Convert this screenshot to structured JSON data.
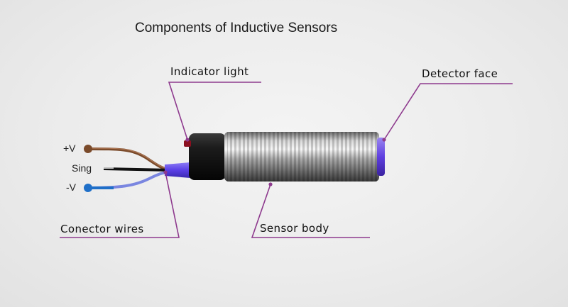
{
  "title": "Components of Inductive Sensors",
  "callouts": {
    "indicator_light": "Indicator light",
    "detector_face": "Detector face",
    "connector_wires": "Conector wires",
    "sensor_body": "Sensor body"
  },
  "wires": {
    "positive": "+V",
    "signal": "Sing",
    "negative": "-V"
  },
  "colors": {
    "callout_line": "#8e3a8e",
    "wire_positive": "#7a4a2a",
    "wire_negative": "#1f6fc8",
    "wire_signal": "#111111",
    "face_glow": "#6a44e0"
  }
}
